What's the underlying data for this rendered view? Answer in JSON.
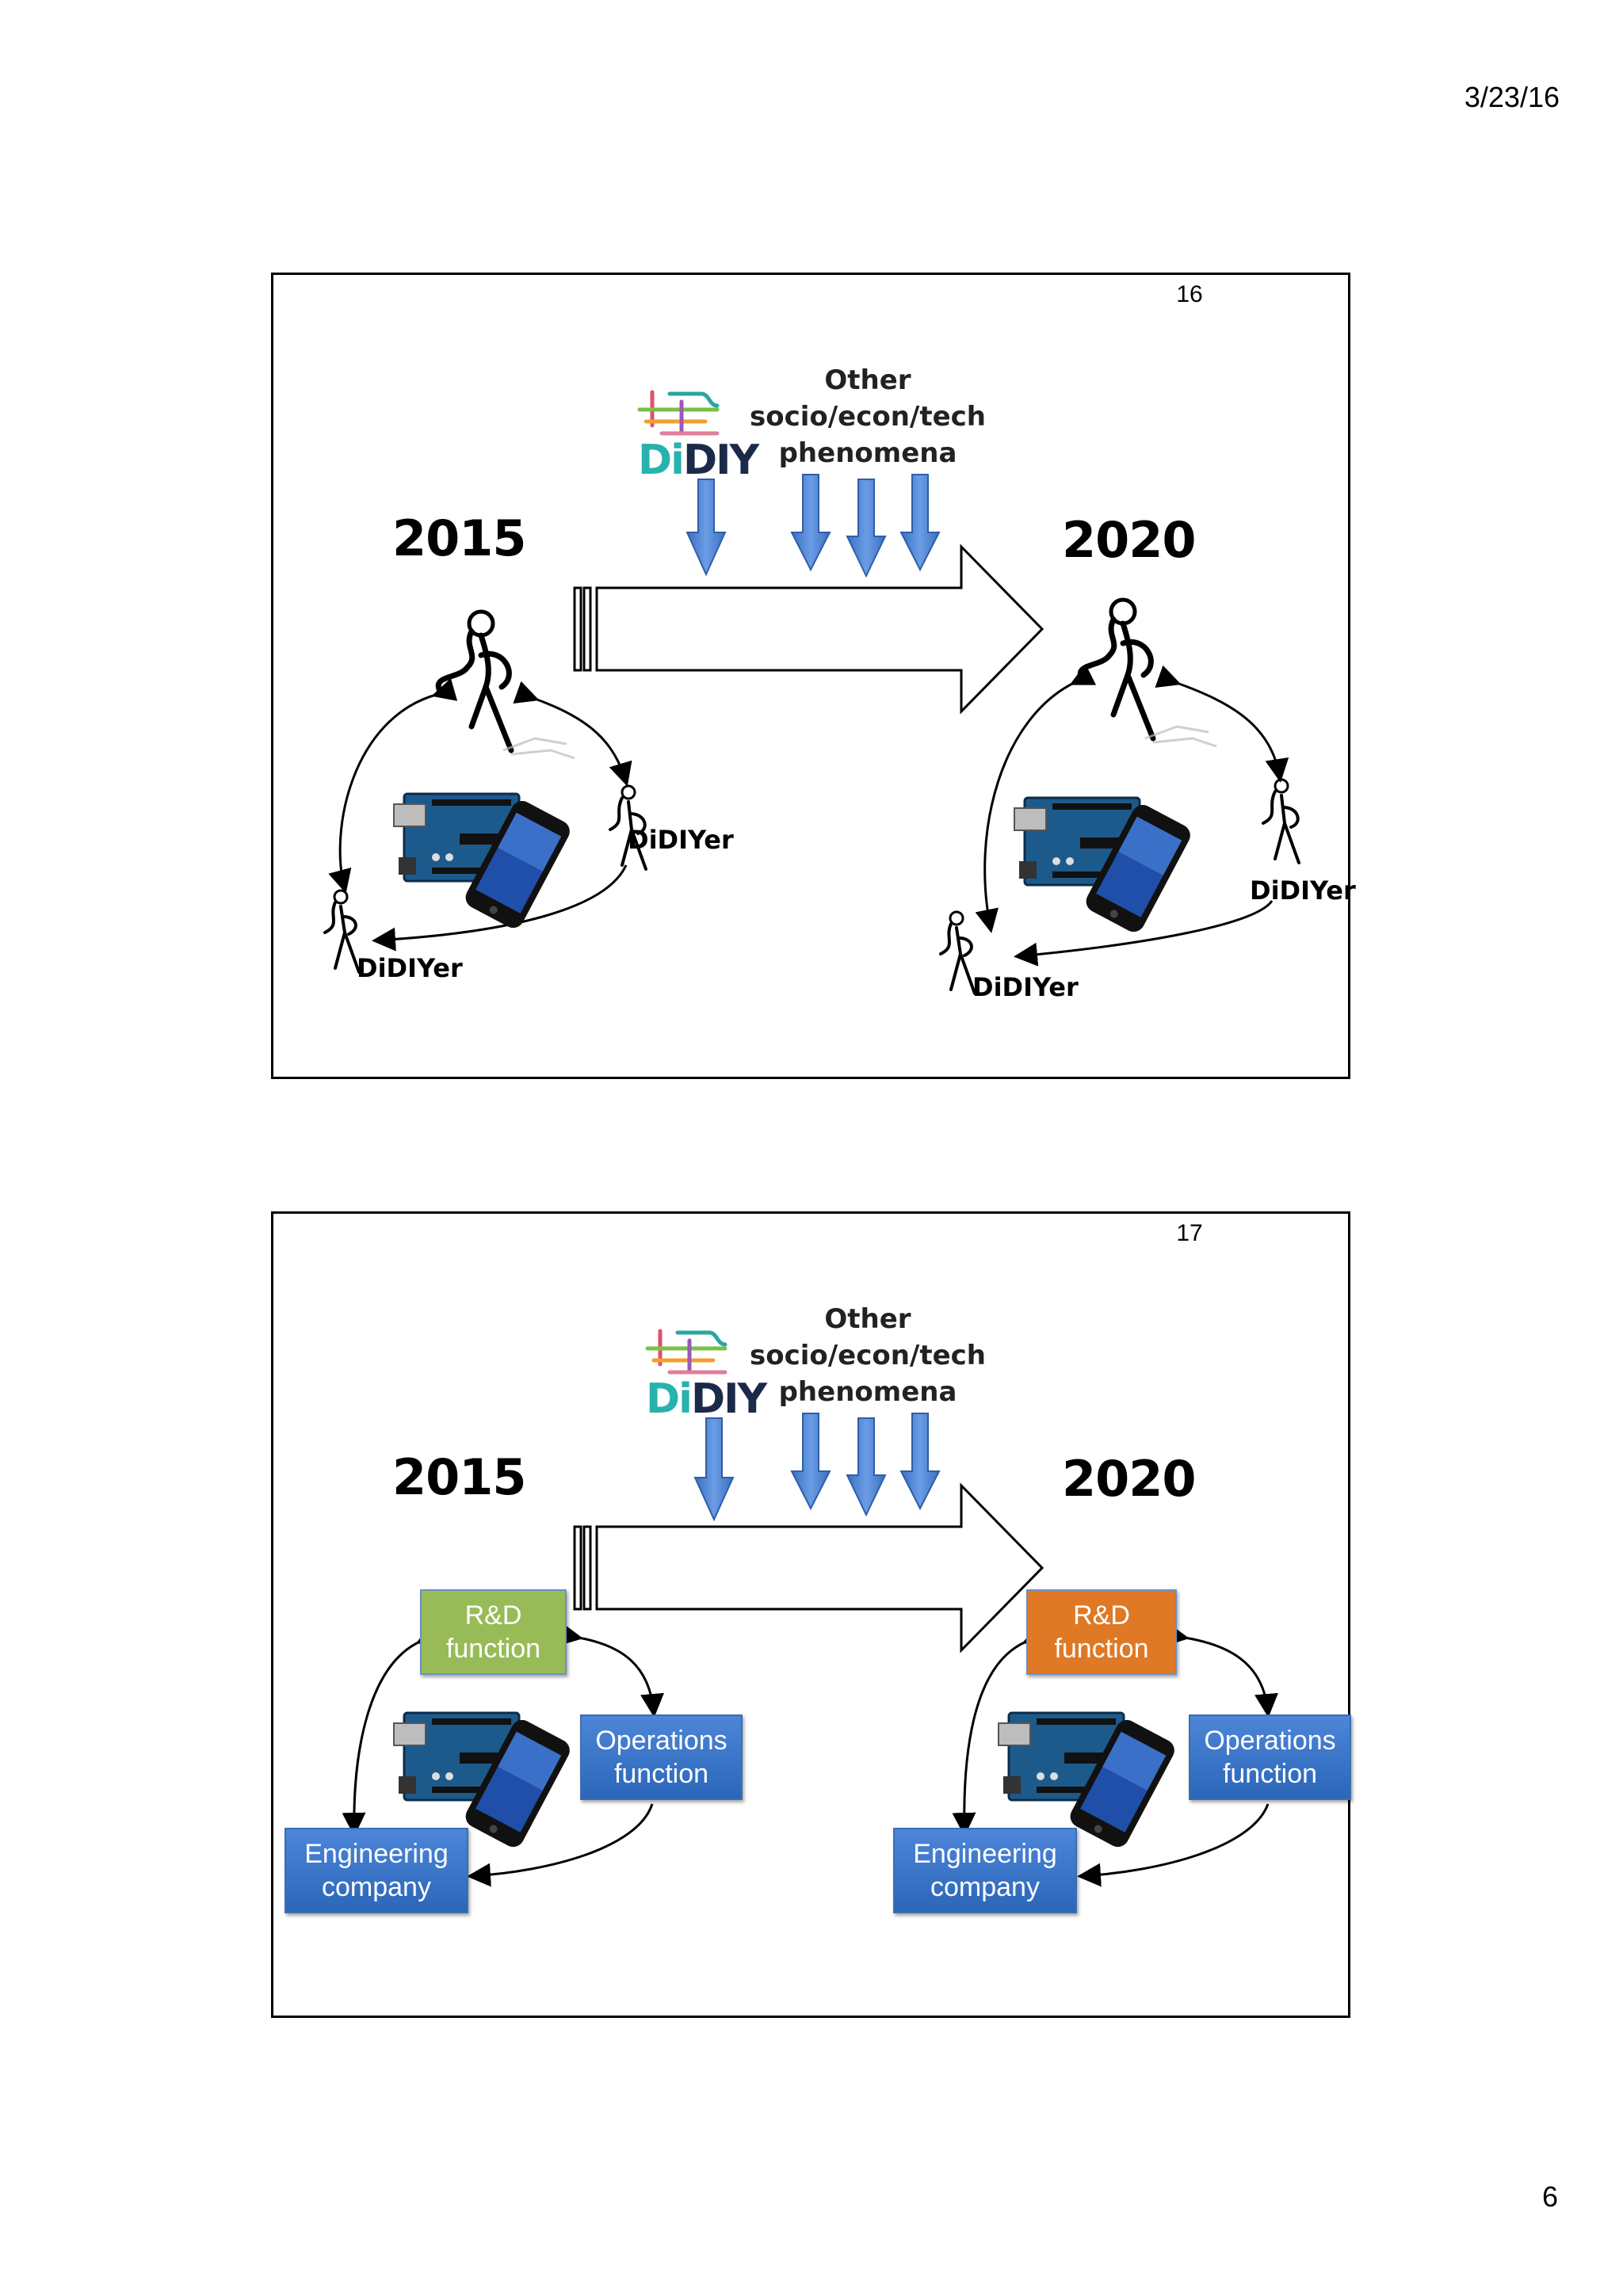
{
  "page": {
    "date": "3/23/16",
    "number": "6"
  },
  "didiy_logo": {
    "di": "Di",
    "iy": "DIY"
  },
  "slides": [
    {
      "number": "16",
      "year_from": "2015",
      "year_to": "2020",
      "other_phenomena": "Other\nsocio/econ/tech\nphenomena",
      "labels": [
        "DiDIYer",
        "DiDIYer",
        "DiDIYer",
        "DiDIYer"
      ]
    },
    {
      "number": "17",
      "year_from": "2015",
      "year_to": "2020",
      "other_phenomena": "Other\nsocio/econ/tech\nphenomena",
      "boxes": {
        "rnd": "R&D\nfunction",
        "operations": "Operations\nfunction",
        "engineering": "Engineering\ncompany"
      }
    }
  ],
  "colors": {
    "arrow_blue": "#4a84d4",
    "box_blue": "#3a73c4",
    "rnd_2015": "#98bb57",
    "rnd_2020": "#df7925",
    "didiy_teal": "#27b2ad"
  },
  "icons": [
    "stick-figure-icon",
    "arduino-board-icon",
    "smartphone-icon",
    "didiy-logo-icon",
    "down-arrow-icon",
    "transition-arrow-icon"
  ]
}
